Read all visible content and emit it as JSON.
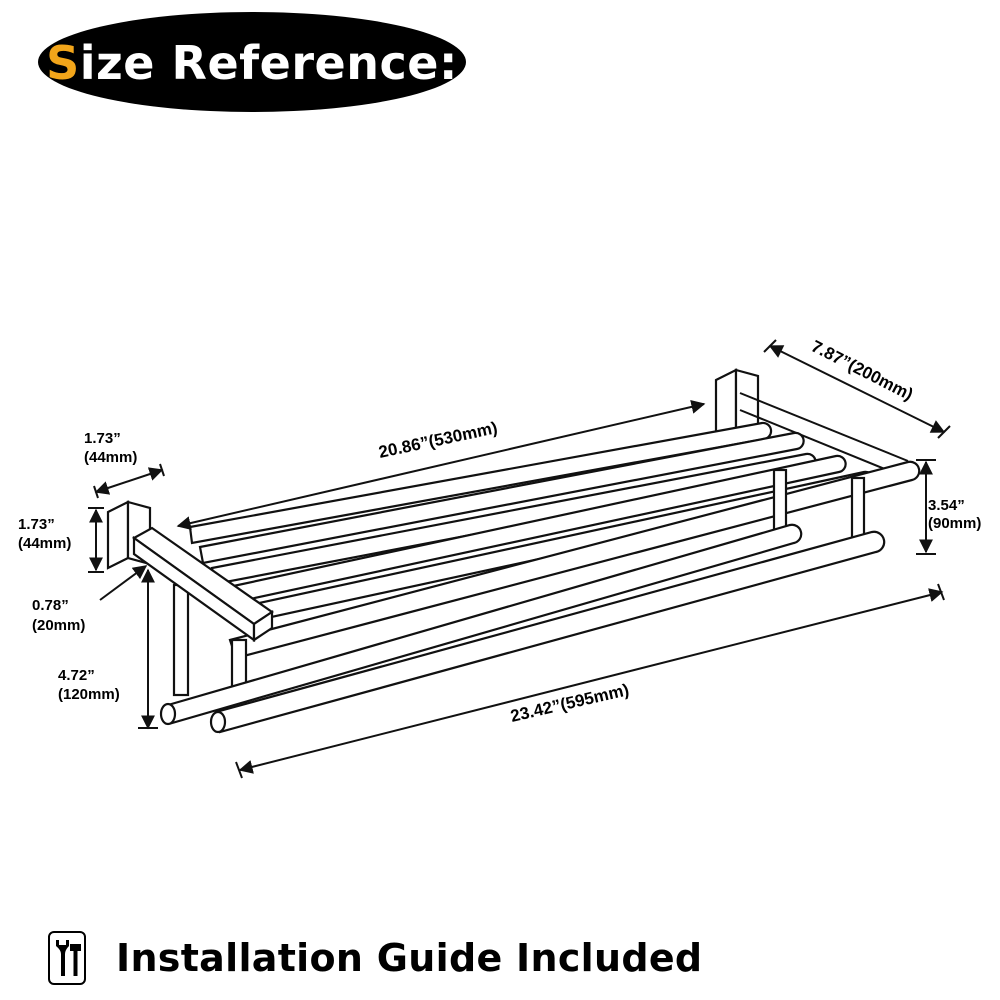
{
  "header": {
    "first_letter": "S",
    "rest": "ize Reference",
    "colon": ":",
    "accent_color": "#f2a51a"
  },
  "dimensions": {
    "mount_width": {
      "inch": "1.73”",
      "mm": "(44mm)"
    },
    "mount_height": {
      "inch": "1.73”",
      "mm": "(44mm)"
    },
    "bar_thickness": {
      "inch": "0.78”",
      "mm": "(20mm)"
    },
    "total_height": {
      "inch": "4.72”",
      "mm": "(120mm)"
    },
    "shelf_length": "20.86”(530mm)",
    "depth": "7.87”(200mm)",
    "rail_drop": {
      "inch": "3.54”",
      "mm": "(90mm)"
    },
    "overall_length": "23.42”(595mm)"
  },
  "footer": {
    "icon": "wrench-hammer-icon",
    "text": "Installation Guide Included"
  }
}
